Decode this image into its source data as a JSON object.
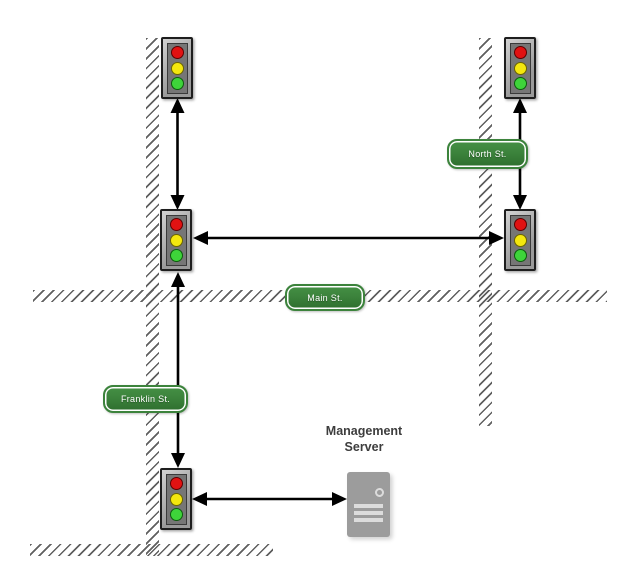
{
  "labels": {
    "north": {
      "text": "North St."
    },
    "main": {
      "text": "Main St."
    },
    "franklin": {
      "text": "Franklin St."
    }
  },
  "server": {
    "name_line1": "Management",
    "name_line2": "Server"
  },
  "traffic_lights": {
    "count": 5,
    "lamp_order": [
      "red",
      "yellow",
      "green"
    ]
  },
  "colors": {
    "lamp_red": "#e11212",
    "lamp_red_border": "#5c0000",
    "lamp_yellow": "#f4e70e",
    "lamp_yellow_border": "#6b6400",
    "lamp_green": "#3ed43a",
    "lamp_green_border": "#0c5c0c",
    "label_fill": "#3c833c",
    "label_fill_dark": "#2e6e2e",
    "label_text": "#ffffff",
    "road_hatch": "#5f5f5f",
    "arrow": "#000000",
    "server_body": "#9c9c9c",
    "server_detail": "#dcdcdc",
    "text_dark": "#3d3d3d",
    "light_body": "#9a9a9a",
    "light_panel": "#767676"
  }
}
